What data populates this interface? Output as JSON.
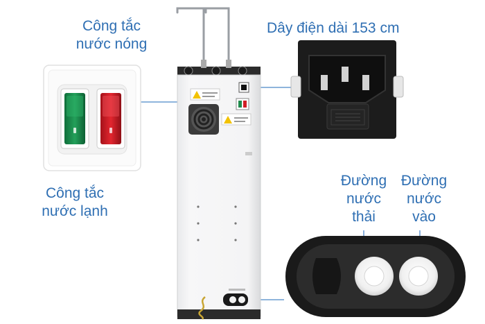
{
  "labels": {
    "hot_switch": [
      "Công tắc",
      "nước nóng"
    ],
    "cold_switch": [
      "Công tắc",
      "nước lạnh"
    ],
    "power_cord": "Dây điện dài 153 cm",
    "waste_water": [
      "Đường",
      "nước",
      "thải"
    ],
    "inlet_water": [
      "Đường",
      "nước",
      "vào"
    ]
  },
  "colors": {
    "label_text": "#2f6fb3",
    "leader_line": "#4a86c8",
    "switch_green": "#1f8a4c",
    "switch_red": "#d11f26",
    "panel_black": "#1a1a1a"
  }
}
